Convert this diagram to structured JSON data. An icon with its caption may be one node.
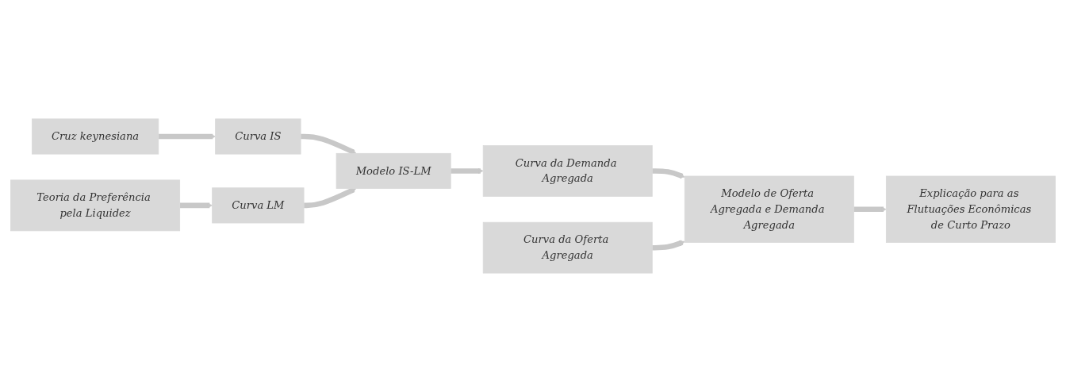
{
  "diagram": {
    "nodes": [
      {
        "text": [
          "Cruz keynesiana"
        ]
      },
      {
        "text": [
          "Curva IS"
        ]
      },
      {
        "text": [
          "Teoria da Preferência pela Liquidez"
        ]
      },
      {
        "text": [
          "Curva LM"
        ]
      },
      {
        "text": [
          "Modelo IS-LM"
        ]
      },
      {
        "text": [
          "Curva da Demanda Agregada"
        ]
      },
      {
        "text": [
          "Curva da Oferta Agregada"
        ]
      },
      {
        "text": [
          "Modelo de Oferta Agregada e Demanda Agregada"
        ]
      },
      {
        "text": [
          "Explicação para as Flutuações Econômicas de Curto Prazo"
        ]
      }
    ],
    "edges": [
      {
        "from": 0,
        "to": 1,
        "arrow": "to"
      },
      {
        "from": 2,
        "to": 3,
        "arrow": "to"
      },
      {
        "from": 1,
        "to": 4,
        "arrow": "to"
      },
      {
        "from": 3,
        "to": 4,
        "arrow": "to"
      },
      {
        "from": 4,
        "to": 5,
        "arrow": "to"
      },
      {
        "from": 5,
        "to": 7,
        "arrow": "to"
      },
      {
        "from": 6,
        "to": 7,
        "arrow": "to"
      },
      {
        "from": 7,
        "to": 8,
        "arrow": "to"
      }
    ]
  }
}
